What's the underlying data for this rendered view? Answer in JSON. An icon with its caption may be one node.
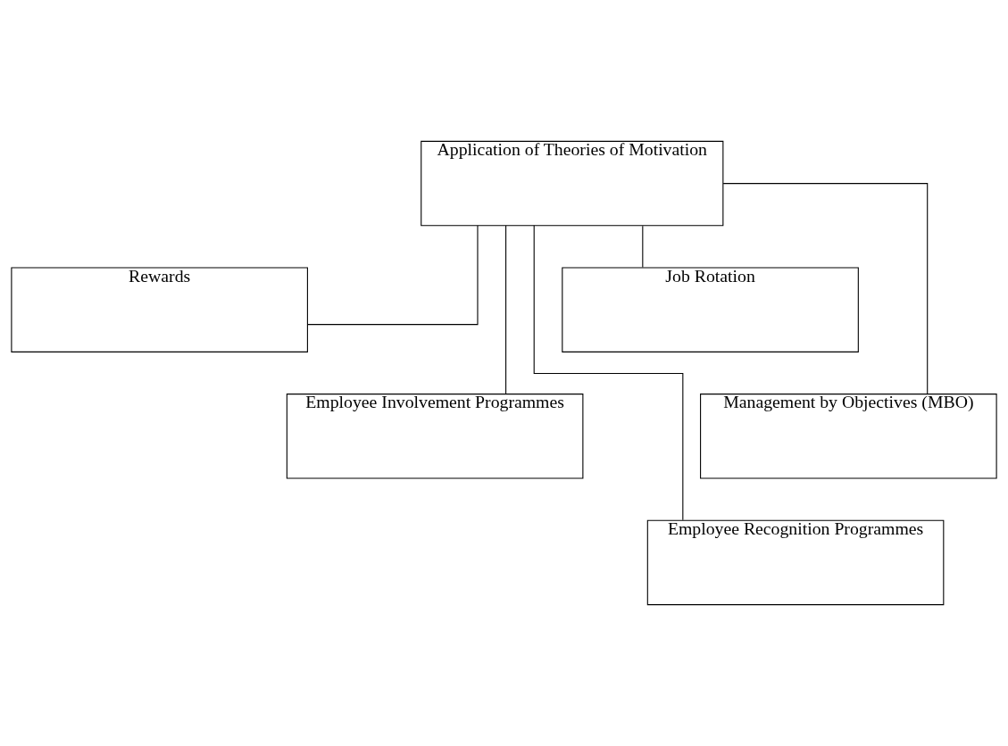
{
  "diagram": {
    "nodes": [
      {
        "text": [
          "Application of Theories of Motivation"
        ]
      },
      {
        "text": [
          "Rewards"
        ]
      },
      {
        "text": [
          "Job Rotation"
        ]
      },
      {
        "text": [
          "Employee Involvement Programmes"
        ]
      },
      {
        "text": [
          "Management by Objectives (MBO)"
        ]
      },
      {
        "text": [
          "Employee Recognition Programmes"
        ]
      }
    ],
    "edges": [
      {
        "from": 0,
        "to": 1,
        "arrow": "none"
      },
      {
        "from": 0,
        "to": 2,
        "arrow": "none"
      },
      {
        "from": 0,
        "to": 3,
        "arrow": "none"
      },
      {
        "from": 0,
        "to": 4,
        "arrow": "none"
      },
      {
        "from": 0,
        "to": 5,
        "arrow": "none"
      }
    ]
  }
}
